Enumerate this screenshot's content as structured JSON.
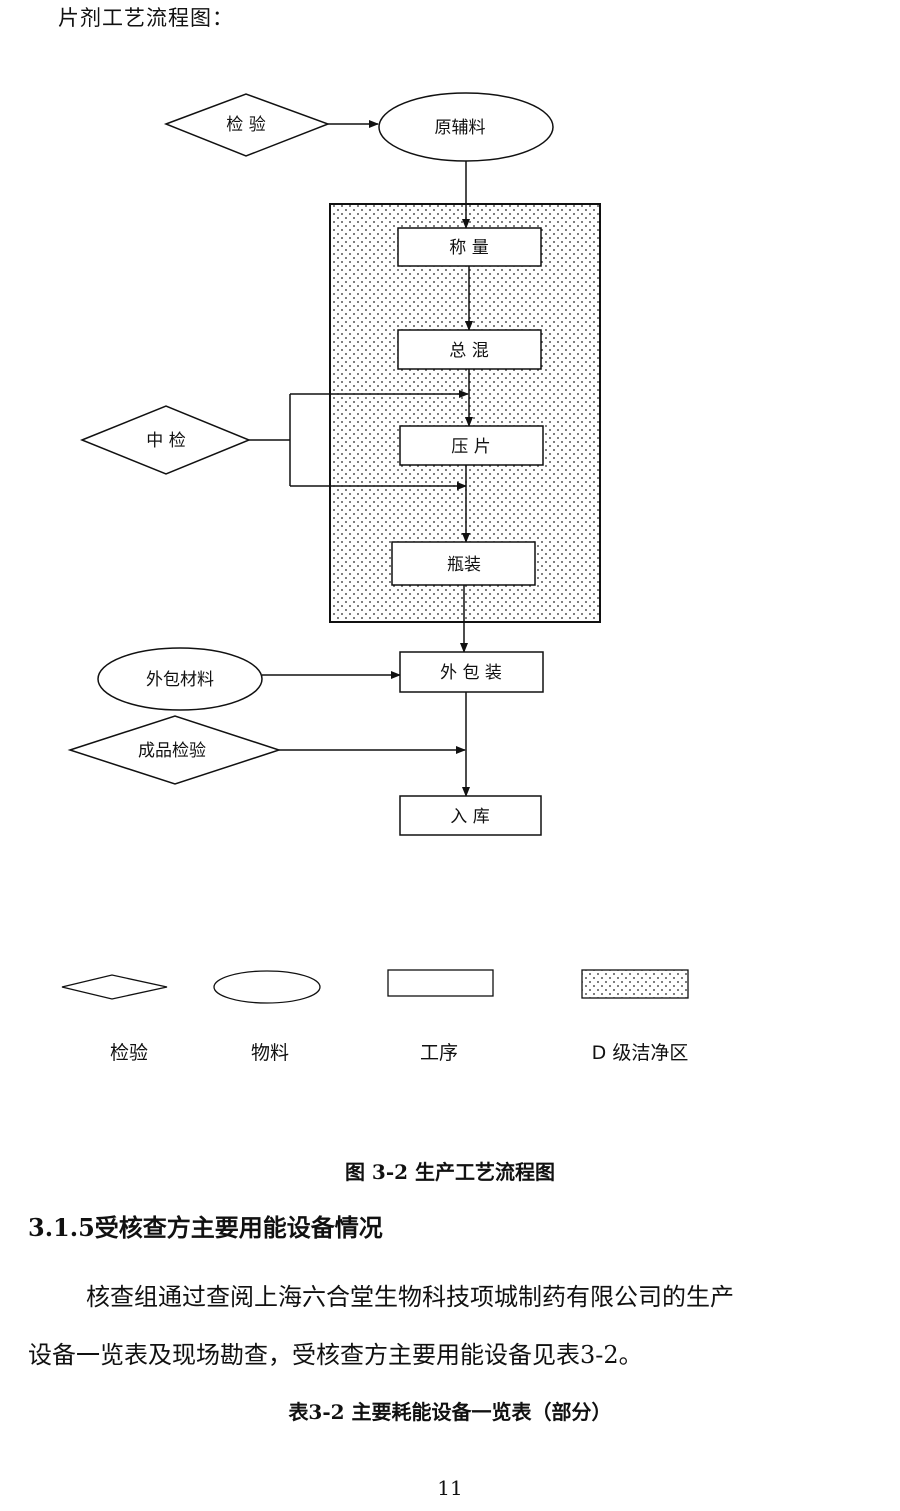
{
  "doc": {
    "heading": "片剂工艺流程图：",
    "figure_caption": "图 3-2   生产工艺流程图",
    "section_title": "3.1.5受核查方主要用能设备情况",
    "paragraph_line1": "核查组通过查阅上海六合堂生物科技项城制药有限公司的生产",
    "paragraph_line2": "设备一览表及现场勘查，受核查方主要用能设备见表3-2。",
    "table_caption": "表3-2  主要耗能设备一览表（部分）",
    "page_number": "11"
  },
  "flow": {
    "inspect": "检  验",
    "raw_material": "原辅料",
    "weigh": "称      量",
    "mix": "总  混",
    "mid_inspect": "中  检",
    "press": "压  片",
    "bottle": "瓶装",
    "outer_material": "外包材料",
    "outer_pack": "外 包 装",
    "final_inspect": "成品检验",
    "storage": "入      库"
  },
  "legend": {
    "inspection": "检验",
    "material": "物料",
    "process": "工序",
    "clean_zone": "D 级洁净区"
  }
}
